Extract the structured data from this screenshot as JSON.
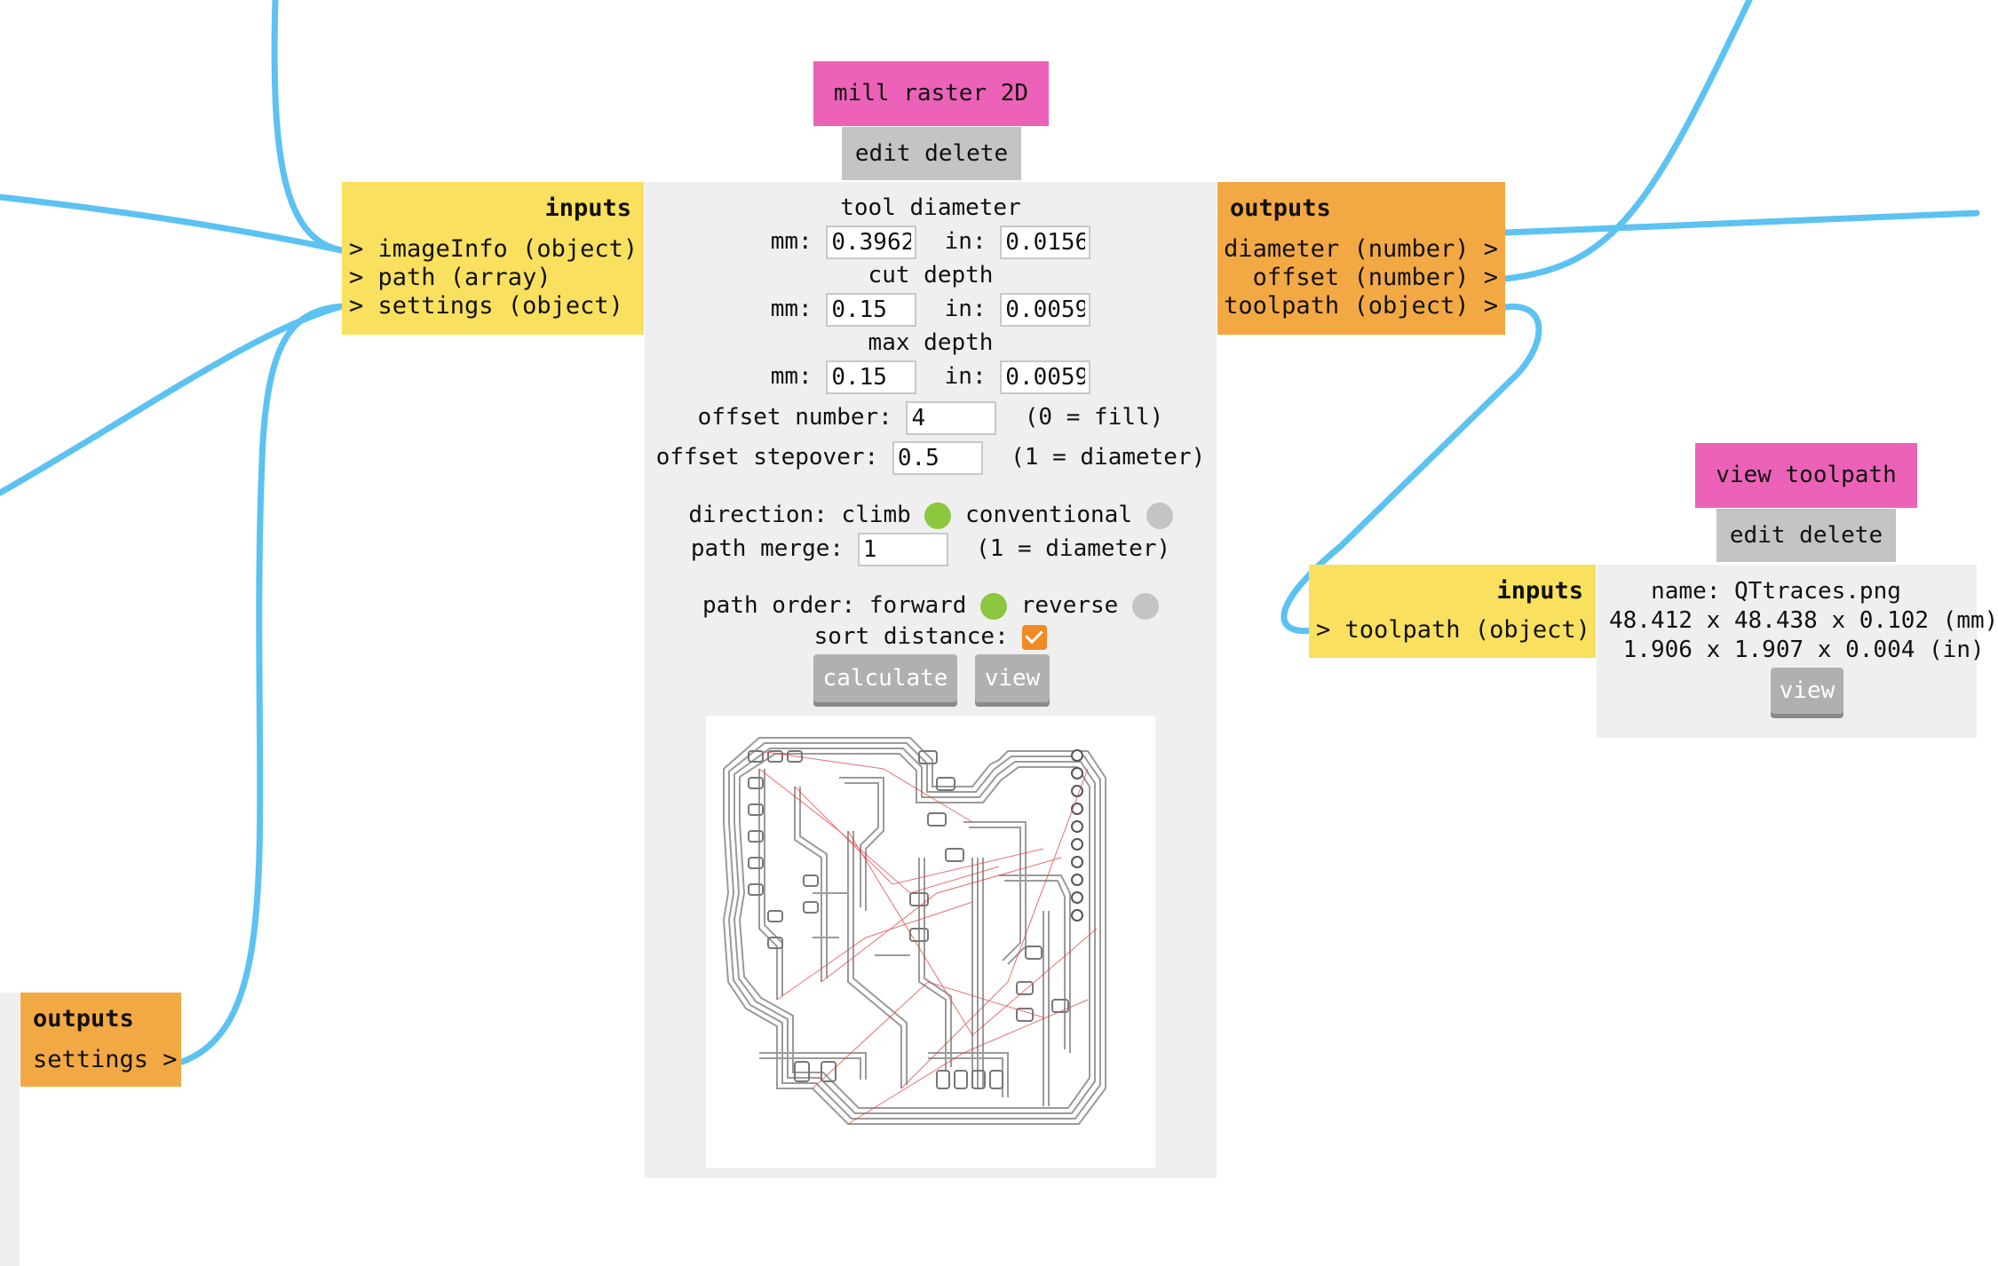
{
  "mill_module": {
    "title": "mill raster 2D",
    "edit_label": "edit",
    "delete_label": "delete",
    "inputs": {
      "header": "inputs",
      "ports": [
        "> imageInfo (object)",
        "> path (array)",
        "> settings (object)"
      ]
    },
    "outputs": {
      "header": "outputs",
      "ports": [
        "diameter (number) >",
        "offset (number) >",
        "toolpath (object) >"
      ]
    },
    "params": {
      "tool_diameter": {
        "label": "tool diameter",
        "mm_label": "mm:",
        "in_label": "in:",
        "mm": "0.3962",
        "in": "0.0156"
      },
      "cut_depth": {
        "label": "cut depth",
        "mm_label": "mm:",
        "in_label": "in:",
        "mm": "0.15",
        "in": "0.0059"
      },
      "max_depth": {
        "label": "max depth",
        "mm_label": "mm:",
        "in_label": "in:",
        "mm": "0.15",
        "in": "0.0059"
      },
      "offset_number": {
        "label": "offset number:",
        "value": "4",
        "hint": "(0 = fill)"
      },
      "offset_stepover": {
        "label": "offset stepover:",
        "value": "0.5",
        "hint": "(1 = diameter)"
      },
      "direction": {
        "label": "direction:",
        "option_a": "climb",
        "option_b": "conventional",
        "selected": "climb"
      },
      "path_merge": {
        "label": "path merge:",
        "value": "1",
        "hint": "(1 = diameter)"
      },
      "path_order": {
        "label": "path order:",
        "option_a": "forward",
        "option_b": "reverse",
        "selected": "forward"
      },
      "sort_distance": {
        "label": "sort distance:",
        "checked": true
      }
    },
    "calculate_label": "calculate",
    "view_label": "view"
  },
  "view_module": {
    "title": "view toolpath",
    "edit_label": "edit",
    "delete_label": "delete",
    "inputs": {
      "header": "inputs",
      "ports": [
        "> toolpath (object)"
      ]
    },
    "info": {
      "name_line": "name: QTtraces.png",
      "mm_line": "48.412 x 48.438 x 0.102 (mm)",
      "in_line": " 1.906 x 1.907 x 0.004 (in)"
    },
    "view_label": "view"
  },
  "settings_module": {
    "outputs": {
      "header": "outputs",
      "ports": [
        "settings >"
      ]
    }
  },
  "colors": {
    "wire": "#5cc2f2",
    "title": "#ec62b8",
    "inputs": "#f9e05e",
    "outputs": "#f3a943",
    "radio_on": "#8dc63f",
    "radio_off": "#c4c4c4",
    "checkbox": "#f08a24"
  }
}
